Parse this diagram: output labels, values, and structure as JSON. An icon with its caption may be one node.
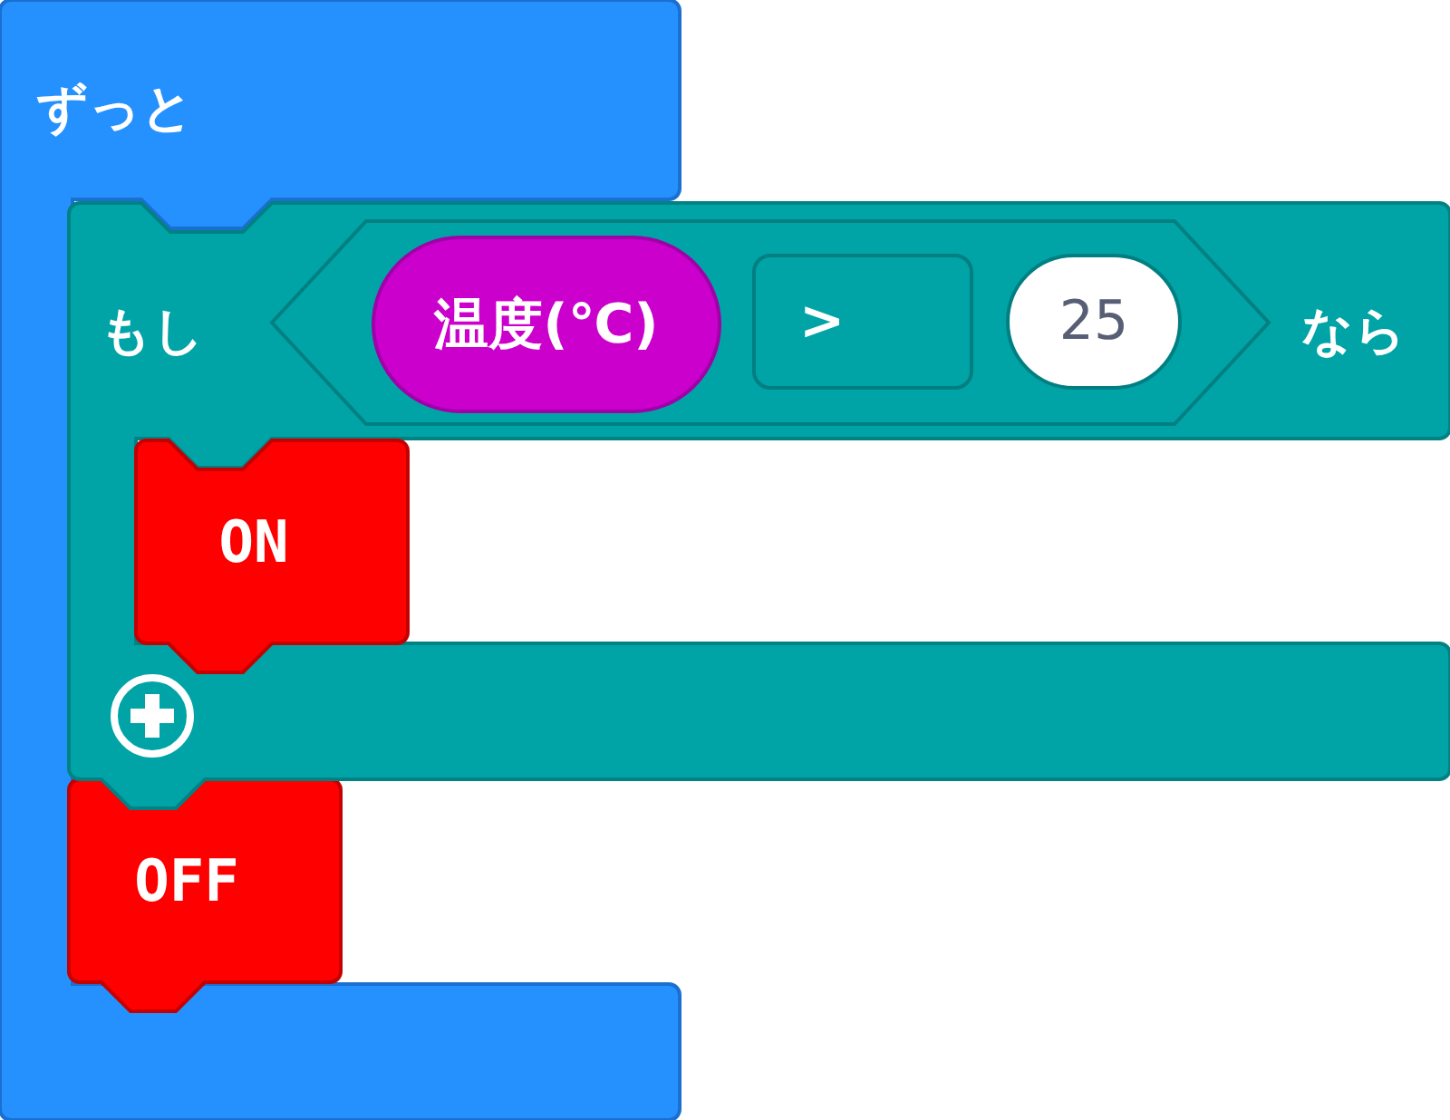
{
  "diagram": {
    "nodes": [
      {
        "text": [
          "ずっと"
        ]
      },
      {
        "text": [
          "もし",
          "なら"
        ]
      },
      {
        "text": [],
        "shape": "hexagon",
        "in": 1
      },
      {
        "text": [
          "温度(℃)"
        ],
        "in": 2
      },
      {
        "text": [
          ">"
        ],
        "in": 2
      },
      {
        "text": [
          "25"
        ],
        "in": 2
      },
      {
        "text": [
          "ON"
        ],
        "in": 1
      },
      {
        "text": [
          "OFF"
        ],
        "in": 0
      }
    ]
  }
}
